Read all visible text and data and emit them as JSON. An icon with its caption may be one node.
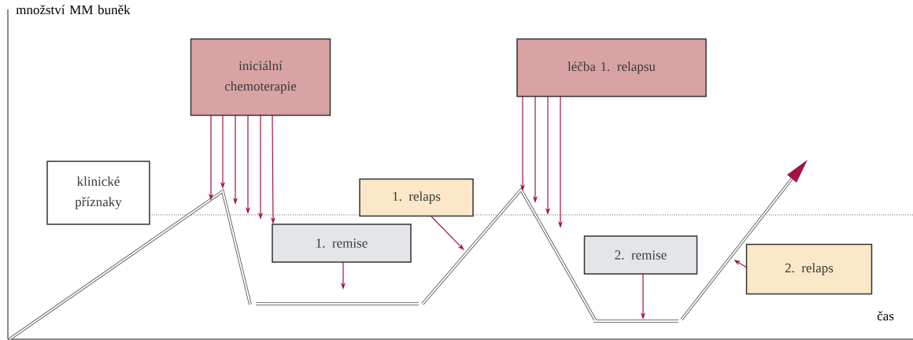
{
  "diagram": {
    "nodes": [
      {
        "text": [
          "klinické příznaky"
        ]
      },
      {
        "text": [
          "iniciální chemoterapie"
        ]
      },
      {
        "text": [
          "1. relaps"
        ]
      },
      {
        "text": [
          "1. remise"
        ]
      },
      {
        "text": [
          "léčba 1. relapsu"
        ]
      },
      {
        "text": [
          "2. remise"
        ]
      },
      {
        "text": [
          "2. relaps"
        ]
      }
    ],
    "edges": [
      {
        "from": 1,
        "to": null,
        "arrow": "to"
      },
      {
        "from": 1,
        "to": null,
        "arrow": "to"
      },
      {
        "from": 1,
        "to": null,
        "arrow": "to"
      },
      {
        "from": 1,
        "to": null,
        "arrow": "to"
      },
      {
        "from": 1,
        "to": null,
        "arrow": "to"
      },
      {
        "from": 1,
        "to": 3,
        "arrow": "to"
      },
      {
        "from": 4,
        "to": null,
        "arrow": "to"
      },
      {
        "from": 4,
        "to": null,
        "arrow": "to"
      },
      {
        "from": 4,
        "to": null,
        "arrow": "to"
      },
      {
        "from": 4,
        "to": null,
        "arrow": "to"
      },
      {
        "from": 3,
        "to": null,
        "arrow": "to"
      },
      {
        "from": 2,
        "to": null,
        "arrow": "to"
      },
      {
        "from": 5,
        "to": null,
        "arrow": "to"
      },
      {
        "from": 6,
        "to": null,
        "arrow": "to"
      }
    ],
    "labels": [
      "množství MM buněk",
      "čas"
    ]
  }
}
